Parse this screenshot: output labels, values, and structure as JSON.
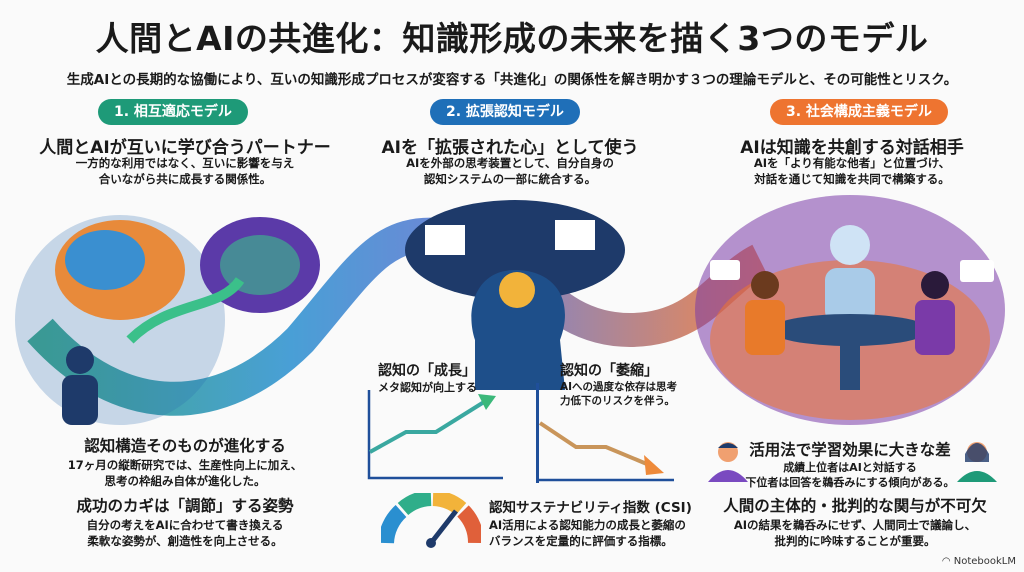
{
  "title": "人間とAIの共進化：知識形成の未来を描く3つのモデル",
  "subtitle": "生成AIとの長期的な協働により、互いの知識形成プロセスが変容する「共進化」の関係性を解き明かす３つの理論モデルと、その可能性とリスク。",
  "models": [
    {
      "label": "1. 相互適応モデル",
      "color": "#1e9a78",
      "heading": "人間とAIが互いに学び合うパートナー",
      "desc": [
        "一方的な利用ではなく、互いに影響を与え",
        "合いながら共に成長する関係性。"
      ]
    },
    {
      "label": "2. 拡張認知モデル",
      "color": "#1f6fb8",
      "heading": "AIを「拡張された心」として使う",
      "desc": [
        "AIを外部の思考装置として、自分自身の",
        "認知システムの一部に統合する。"
      ]
    },
    {
      "label": "3. 社会構成主義モデル",
      "color": "#ee7430",
      "heading": "AIは知識を共創する対話相手",
      "desc": [
        "AIを「より有能な他者」と位置づけ、",
        "対話を通じて知識を共同で構築する。"
      ]
    }
  ],
  "left": {
    "h1": "認知構造そのものが進化する",
    "d1": [
      "17ヶ月の縦断研究では、生産性向上に加え、",
      "思考の枠組み自体が進化した。"
    ],
    "h2": "成功のカギは「調節」する姿勢",
    "d2": [
      "自分の考えをAIに合わせて書き換える",
      "柔軟な姿勢が、創造性を向上させる。"
    ]
  },
  "middle": {
    "growth_title": "認知の「成長」",
    "growth_desc": "メタ認知が向上する",
    "atrophy_title": "認知の「萎縮」",
    "atrophy_desc": [
      "AIへの過度な依存は思考",
      "力低下のリスクを伴う。"
    ],
    "csi_title": "認知サステナビリティ指数 (CSI)",
    "csi_desc": [
      "AI活用による認知能力の成長と萎縮の",
      "バランスを定量的に評価する指標。"
    ]
  },
  "right": {
    "h1": "活用法で学習効果に大きな差",
    "d1": [
      "成績上位者はAIと対話する",
      "下位者は回答を鵜呑みにする傾向がある。"
    ],
    "h2": "人間の主体的・批判的な関与が不可欠",
    "d2": [
      "AIの結果を鵜呑みにせず、人間同士で議論し、",
      "批判的に吟味することが重要。"
    ]
  },
  "brand": "NotebookLM"
}
